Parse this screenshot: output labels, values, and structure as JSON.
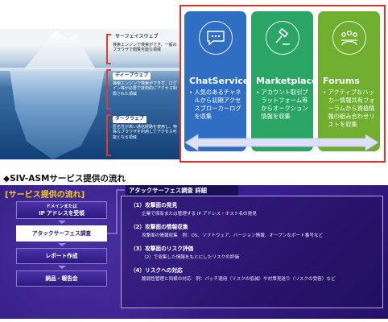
{
  "iceberg": {
    "layers": [
      {
        "title": "サーフェイスウェブ",
        "desc": "検索エンジンで検索ができ、一般のブラウザで閲覧可能な領域"
      },
      {
        "title": "ディープウェブ",
        "desc": "検索エンジンで検索ができず、ログイン等が必要で技術的にアクセス制限された領域"
      },
      {
        "title": "ダークウェブ",
        "desc": "匿名性が高い通信経路を使用し、特殊なブラウザを利用してアクセス可能となる領域"
      }
    ]
  },
  "services": [
    {
      "name": "ChatService",
      "desc": "人気のあるチャネルから初期アクセスブローカーログを収集",
      "icon": "chat-bubble-icon"
    },
    {
      "name": "Marketplace",
      "desc": "アカウント取引プラットフォーム等からオークション情報を収集",
      "icon": "gavel-icon"
    },
    {
      "name": "Forums",
      "desc": "アクティブなハッカー情報共有フォーラムから資格情報の組み合わせリストを収集",
      "icon": "group-icon"
    }
  ],
  "section_title": "◆SIV-ASMサービス提供の流れ",
  "flow": {
    "title": "[サービス提供の流れ]",
    "steps": [
      {
        "line1": "ドメインまたは",
        "line2": "IP アドレスを受領"
      },
      {
        "line1": "アタックサーフェス調査",
        "line2": ""
      },
      {
        "line1": "レポート作成",
        "line2": ""
      },
      {
        "line1": "納品・報告会",
        "line2": ""
      }
    ]
  },
  "detail": {
    "title": "アタックサーフェス調査 詳細",
    "steps": [
      {
        "heading": "（1）攻撃面の発見",
        "text": "企業で保有または管理する IP アドレス・ホスト名の発見"
      },
      {
        "heading": "（2）攻撃面の情報収集",
        "text": "攻撃面の情報収集　例：OS、ソフトウェア、バージョン情報、オープンなポート番号など"
      },
      {
        "heading": "（3）攻撃面のリスク評価",
        "text": "（2）で収集した情報をもとにしたリスクの評価"
      },
      {
        "heading": "（4）リスクへの対応",
        "text": "脆弱性管理と同様の対応　例：パッチ適用（リスクの低減）や対策見送り（リスクの受容）など"
      }
    ]
  },
  "colors": {
    "chat": "#2f6ec2",
    "market": "#2aa565",
    "forum": "#6fae2e",
    "accent": "#f3c632",
    "frame": "#e0312a"
  }
}
